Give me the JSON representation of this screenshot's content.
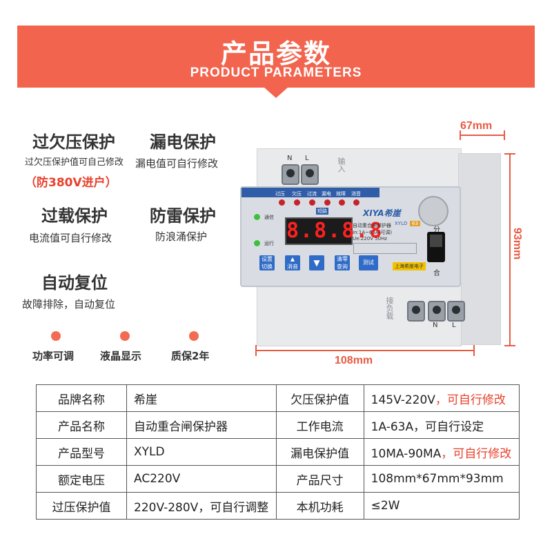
{
  "banner": {
    "title": "产品参数",
    "subtitle": "PRODUCT PARAMETERS"
  },
  "features": [
    {
      "title": "过欠压保护",
      "desc": "过欠压保护值可自己修改",
      "note": "（防380V进户）"
    },
    {
      "title": "漏电保护",
      "desc": "漏电值可自行修改"
    },
    {
      "title": "过载保护",
      "desc": "电流值可自行修改"
    },
    {
      "title": "防雷保护",
      "desc": "防浪涌保护"
    },
    {
      "title": "自动复位",
      "desc": "故障排除，自动复位"
    }
  ],
  "highlights": [
    "功率可调",
    "液晶显示",
    "质保2年"
  ],
  "dimensions": {
    "width": "108mm",
    "depth": "67mm",
    "height": "93mm"
  },
  "device": {
    "top_label_n": "N",
    "top_label_l": "L",
    "input_label": "输入",
    "bottom_label": "接负载",
    "bottom_n": "N",
    "bottom_l": "L",
    "led_labels": [
      "过压",
      "欠压",
      "过流",
      "漏电",
      "故障",
      "消音"
    ],
    "strip_label": "短路",
    "status_comm": "通信",
    "status_run": "运行",
    "display": "8.8.8.8",
    "brand": "XIYA希崖",
    "model_tag": "XYLD",
    "model_sub": "63",
    "spec_lines": [
      "自动重合闸保护器",
      "In:1A~63A(可调)",
      "Ue:220V  50Hz"
    ],
    "buttons": [
      {
        "top": "设置",
        "bottom": "切换"
      },
      {
        "top": "▲",
        "bottom": "消音"
      },
      {
        "top": "▼",
        "bottom": ""
      },
      {
        "top": "清零",
        "bottom": "查询"
      },
      {
        "top": "测试",
        "bottom": ""
      }
    ],
    "switch_on": "分",
    "switch_off": "合",
    "maker": "上海希崖电子"
  },
  "specs": [
    {
      "k1": "品牌名称",
      "v1": "希崖",
      "k2": "欠压保护值",
      "v2": "145V-220V",
      "v2_hl": "，可自行修改"
    },
    {
      "k1": "产品名称",
      "v1": "自动重合闸保护器",
      "k2": "工作电流",
      "v2": "1A-63A，可自行设定",
      "v2_hl": ""
    },
    {
      "k1": "产品型号",
      "v1": "XYLD",
      "k2": "漏电保护值",
      "v2": "10MA-90MA",
      "v2_hl": "，可自行修改"
    },
    {
      "k1": "额定电压",
      "v1": "AC220V",
      "k2": "产品尺寸",
      "v2": "108mm*67mm*93mm",
      "v2_hl": ""
    },
    {
      "k1": "过压保护值",
      "v1_hl": "220V-280V，可自行调整",
      "k2": "本机功耗",
      "v2": "≤2W",
      "v2_hl": ""
    }
  ],
  "colors": {
    "accent": "#f2644e",
    "highlight": "#e8402c"
  }
}
